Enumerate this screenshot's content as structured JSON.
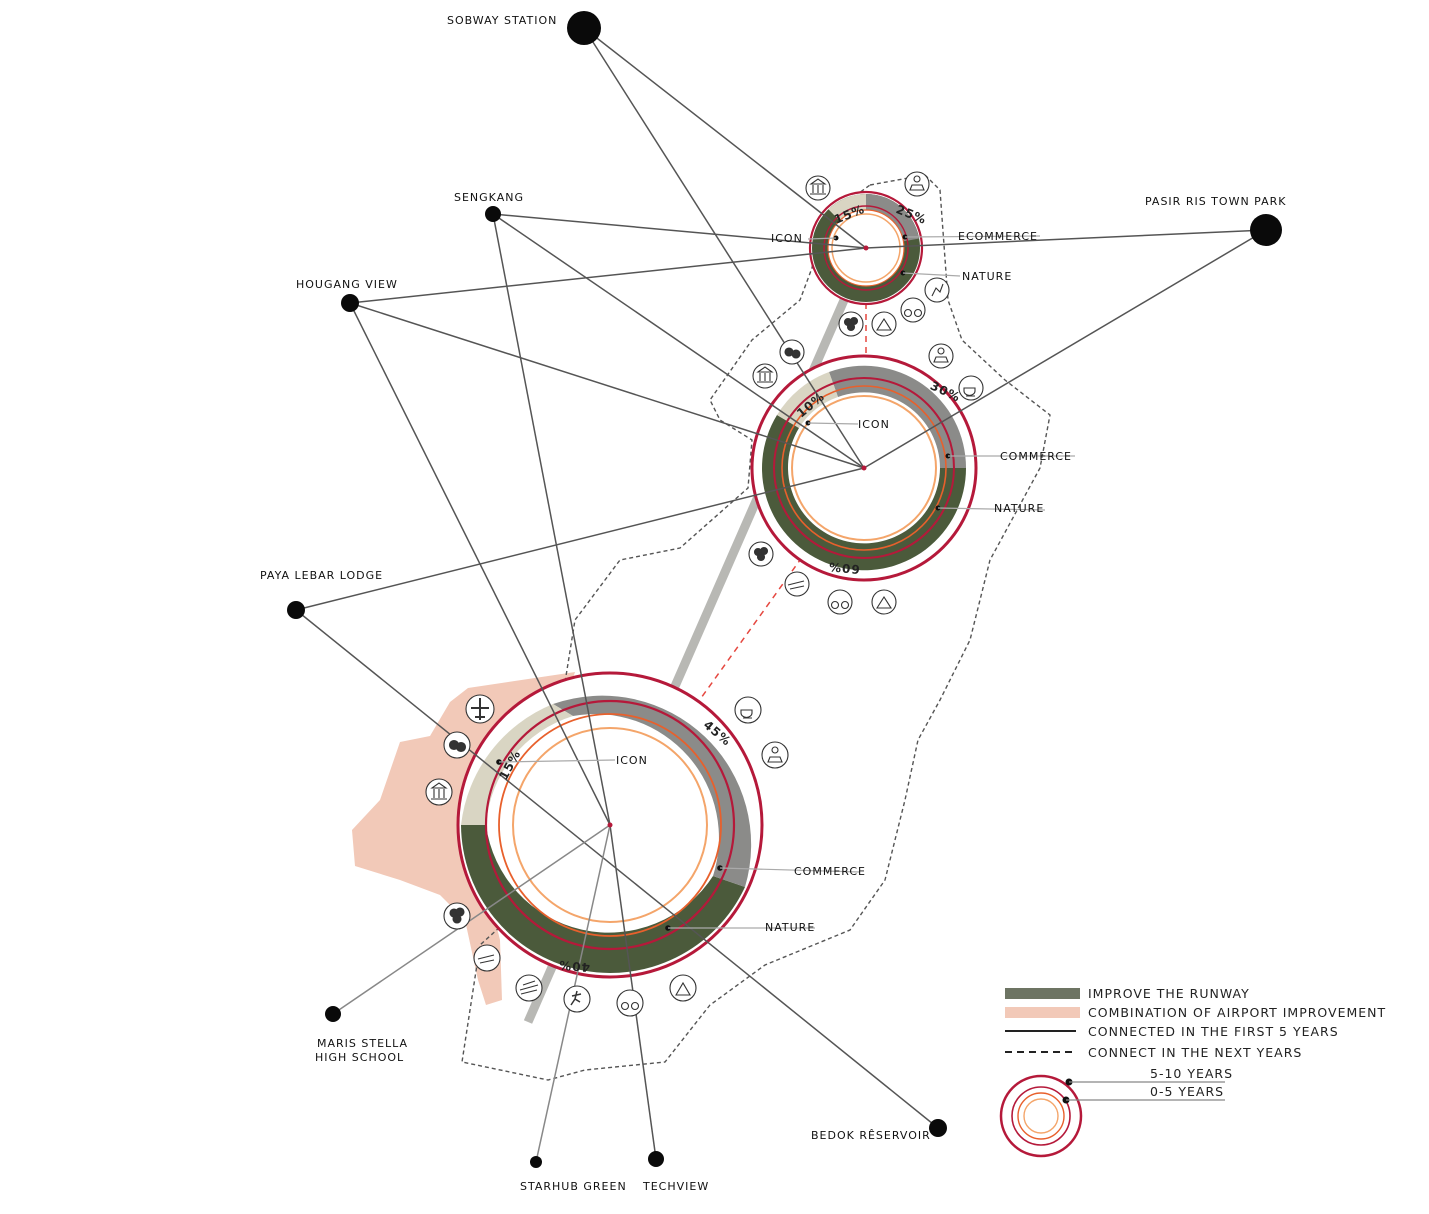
{
  "colors": {
    "nature": "#4b5a3b",
    "commerce": "#8b8b89",
    "icon": "#d9d5c3",
    "ring": "#b5193a",
    "orange": "#e8602c",
    "inner_orange": "#f4a56a",
    "airport": "#f2c9b8",
    "runway": "#b8b8b4",
    "dashed_link": "#e5473f"
  },
  "nodes": {
    "subway": "SOBWAY STATION",
    "sengkang": "SENGKANG",
    "hougang": "HOUGANG VIEW",
    "pasir": "PASIR RIS TOWN PARK",
    "paya": "PAYA LEBAR LODGE",
    "maris_line1": "MARIS STELLA",
    "maris_line2": "HIGH SCHOOL",
    "bedok": "BEDOK RÊSERVOIR",
    "starhub": "STARHUB GREEN",
    "techview": "TECHVIEW"
  },
  "hubs": {
    "small": {
      "icon_label": "ICON",
      "commerce_label": "ECOMMERCE",
      "nature_label": "NATURE",
      "pct_icon": "15%",
      "pct_commerce": "25%"
    },
    "mid": {
      "icon_label": "ICON",
      "commerce_label": "COMMERCE",
      "nature_label": "NATURE",
      "pct_icon": "10%",
      "pct_commerce": "30%",
      "pct_nature": "60%"
    },
    "large": {
      "icon_label": "ICON",
      "commerce_label": "COMMERCE",
      "nature_label": "NATURE",
      "pct_icon": "15%",
      "pct_commerce": "45%",
      "pct_nature": "40%"
    }
  },
  "legend": {
    "runway": "IMPROVE THE RUNWAY",
    "airport": "COMBINATION OF AIRPORT IMPROVEMENT",
    "solid": "CONNECTED IN THE FIRST 5 YEARS",
    "dashed": "CONNECT IN THE NEXT YEARS",
    "years_outer": "5-10 YEARS",
    "years_inner": "0-5 YEARS"
  },
  "icons": [
    "museum-icon",
    "solar-icon",
    "sculpture-icon",
    "bicycle-icon",
    "trees-icon",
    "tent-icon",
    "theater-icon",
    "museum-icon",
    "solar-icon",
    "cafe-icon",
    "trees-icon",
    "skate-icon",
    "bicycle-icon",
    "camp-icon",
    "airplane-icon",
    "theater-icon",
    "museum-icon",
    "cafe-icon",
    "solar-icon",
    "trees-icon",
    "skate-icon",
    "swim-icon",
    "surf-icon",
    "bicycle-icon",
    "camp-icon"
  ]
}
